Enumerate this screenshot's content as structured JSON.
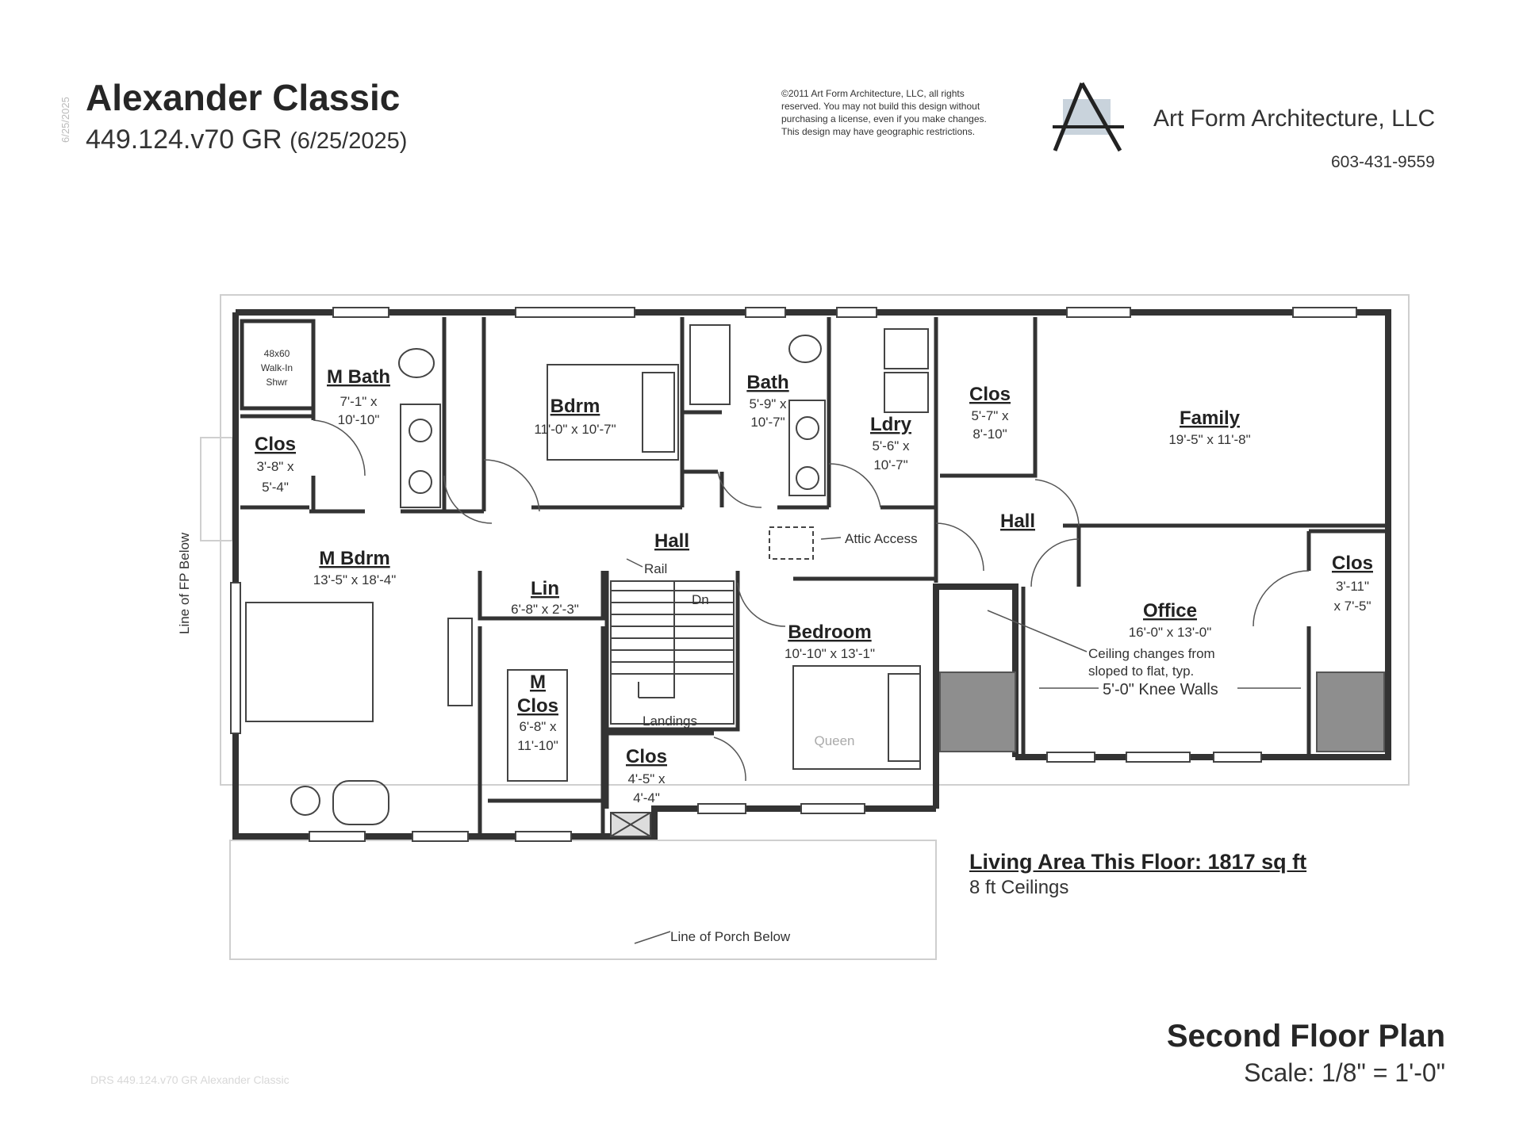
{
  "header": {
    "title": "Alexander Classic",
    "plan_code": "449.124.v70 GR",
    "date": "(6/25/2025)",
    "side_date": "6/25/2025"
  },
  "copyright": {
    "line1": "©2011 Art Form Architecture, LLC, all rights",
    "line2": "reserved. You may not build this design without",
    "line3": "purchasing a license, even if you make changes.",
    "line4": "This design may have geographic restrictions."
  },
  "firm": {
    "name": "Art Form Architecture, LLC",
    "phone": "603-431-9559"
  },
  "rooms": {
    "shower": {
      "l1": "48x60",
      "l2": "Walk-In",
      "l3": "Shwr"
    },
    "mbath": {
      "name": "M Bath",
      "d1": "7'-1\" x",
      "d2": "10'-10\""
    },
    "bdrm": {
      "name": "Bdrm",
      "d1": "11'-0\" x 10'-7\""
    },
    "bath": {
      "name": "Bath",
      "d1": "5'-9\" x",
      "d2": "10'-7\""
    },
    "ldry": {
      "name": "Ldry",
      "d1": "5'-6\" x",
      "d2": "10'-7\""
    },
    "clos_family": {
      "name": "Clos",
      "d1": "5'-7\" x",
      "d2": "8'-10\""
    },
    "family": {
      "name": "Family",
      "d1": "19'-5\" x 11'-8\""
    },
    "clos_mbath": {
      "name": "Clos",
      "d1": "3'-8\" x",
      "d2": "5'-4\""
    },
    "hall1": {
      "name": "Hall"
    },
    "hall2": {
      "name": "Hall"
    },
    "mbdrm": {
      "name": "M Bdrm",
      "d1": "13'-5\" x 18'-4\""
    },
    "lin": {
      "name": "Lin",
      "d1": "6'-8\" x 2'-3\""
    },
    "mclos": {
      "name1": "M",
      "name2": "Clos",
      "d1": "6'-8\" x",
      "d2": "11'-10\""
    },
    "bedroom": {
      "name": "Bedroom",
      "d1": "10'-10\" x 13'-1\"",
      "bed": "Queen"
    },
    "clos_bed": {
      "name": "Clos",
      "d1": "4'-5\" x",
      "d2": "4'-4\""
    },
    "office": {
      "name": "Office",
      "d1": "16'-0\" x 13'-0\""
    },
    "clos_office": {
      "name": "Clos",
      "d1": "3'-11\"",
      "d2": "x 7'-5\""
    }
  },
  "notes": {
    "attic": "Attic Access",
    "rail": "Rail",
    "dn": "Dn",
    "landings": "Landings",
    "ceiling1": "Ceiling changes from",
    "ceiling2": "sloped to flat, typ.",
    "knee": "5'-0\" Knee Walls",
    "fp": "Line of FP Below",
    "porch": "Line of Porch Below"
  },
  "summary": {
    "living": "Living Area This Floor: 1817 sq ft",
    "ceilings": "8 ft Ceilings"
  },
  "footer": {
    "plan_title": "Second Floor Plan",
    "scale": "Scale: 1/8\" = 1'-0\"",
    "watermark": "DRS 449.124.v70 GR Alexander Classic"
  }
}
